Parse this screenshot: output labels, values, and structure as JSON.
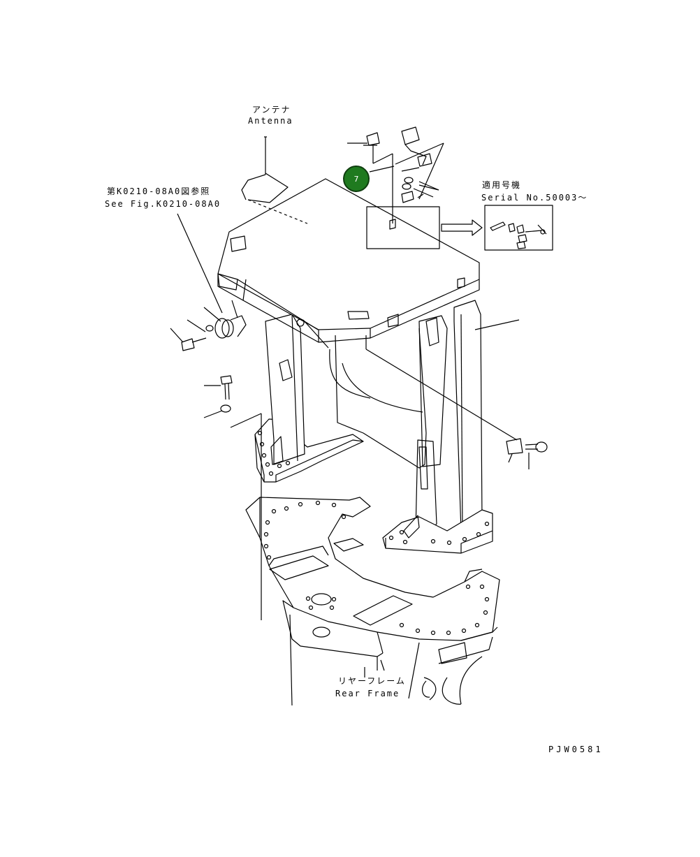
{
  "labels": {
    "antenna_jp": "アンテナ",
    "antenna_en": "Antenna",
    "see_fig_jp": "第K0210-08A0図参照",
    "see_fig_en": "See Fig.K0210-08A0",
    "serial_jp": "適用号機",
    "serial_en": "Serial No.50003～",
    "rear_frame_jp": "リヤーフレーム",
    "rear_frame_en": "Rear Frame",
    "drawing_code": "PJW0581"
  },
  "callout": {
    "number": "7",
    "color": "#1f7a1f"
  }
}
